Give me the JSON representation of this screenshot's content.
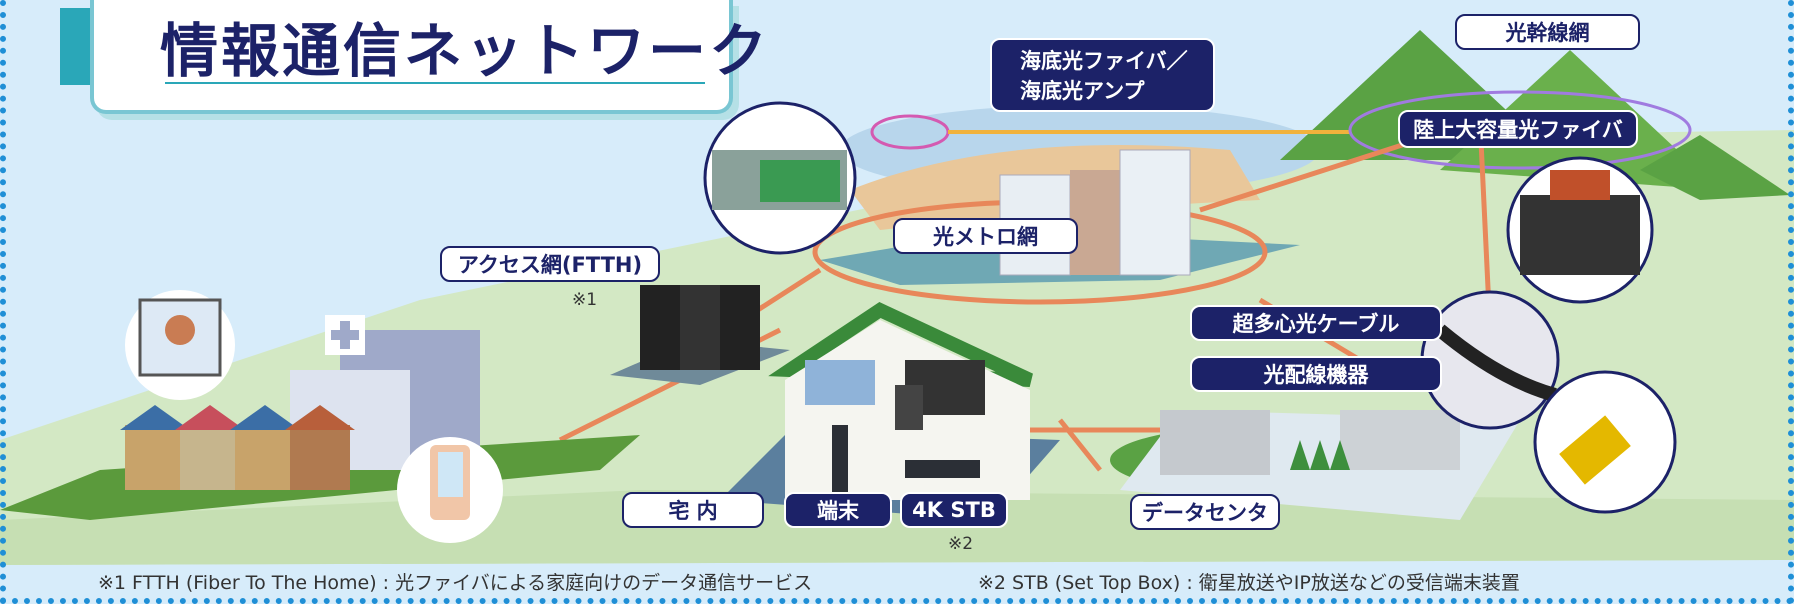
{
  "title": "情報通信ネットワーク",
  "labels": {
    "submarine": [
      "海底光ファイバ／",
      "海底光アンプ"
    ],
    "trunk": "光幹線網",
    "land_fiber": "陸上大容量光ファイバ",
    "metro": "光メトロ網",
    "access": "アクセス網(FTTH)",
    "multicore": "超多心光ケーブル",
    "distribution": "光配線機器",
    "home": "宅 内",
    "terminal": "端末",
    "stb": "4K STB",
    "datacenter": "データセンタ"
  },
  "notes": {
    "n1": "※1",
    "n2": "※2"
  },
  "captions": {
    "c1": "※1 FTTH (Fiber To The Home) : 光ファイバによる家庭向けのデータ通信サービス",
    "c2": "※2 STB (Set Top Box) : 衛星放送やIP放送などの受信端末装置"
  },
  "colors": {
    "navy": "#1c2268",
    "fiber": "#e8875a",
    "teal": "#2aa7b8",
    "ground": "#d3e8c4",
    "mountain": "#5aa244"
  }
}
